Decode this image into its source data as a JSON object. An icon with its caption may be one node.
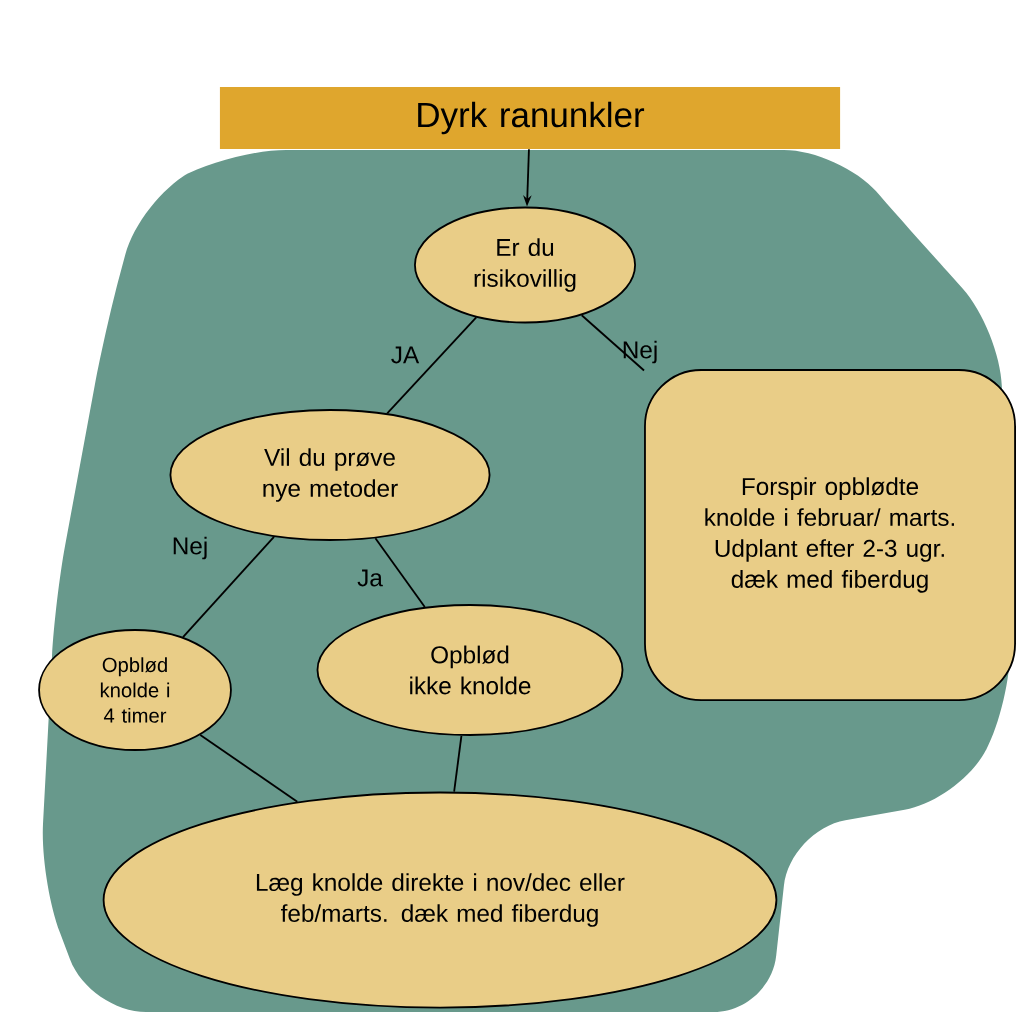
{
  "diagram": {
    "nodes": [
      {
        "text": [
          "Dyrk ranunkler"
        ]
      },
      {
        "text": [
          "Er du risikovillig"
        ]
      },
      {
        "text": [
          "Vil du prøve nye metoder"
        ]
      },
      {
        "text": [
          "Forspir opblødte knolde i februar/ marts. Udplant efter 2-3 ugr. dæk med fiberdug"
        ]
      },
      {
        "text": [
          "Opblød knolde i 4 timer"
        ]
      },
      {
        "text": [
          "Opblød ikke knolde"
        ]
      },
      {
        "text": [
          "Læg knolde direkte i nov/dec eller feb/marts. dæk med fiberdug"
        ]
      }
    ],
    "edges": [
      {
        "from": 0,
        "to": 1,
        "arrow": "to"
      },
      {
        "from": 1,
        "to": 2,
        "arrow": "none",
        "label": "JA"
      },
      {
        "from": 1,
        "to": 3,
        "arrow": "none",
        "label": "Nej"
      },
      {
        "from": 2,
        "to": 4,
        "arrow": "none",
        "label": "Nej"
      },
      {
        "from": 2,
        "to": 5,
        "arrow": "none",
        "label": "Ja"
      },
      {
        "from": 4,
        "to": 6,
        "arrow": "none"
      },
      {
        "from": 5,
        "to": 6,
        "arrow": "none"
      }
    ]
  }
}
